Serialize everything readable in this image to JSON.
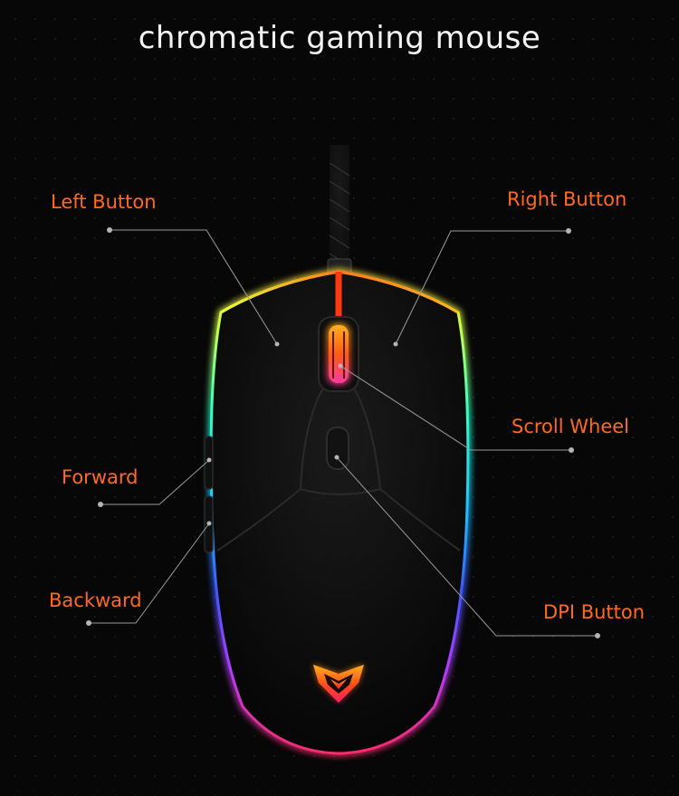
{
  "title": "chromatic gaming mouse",
  "callouts": {
    "left_button": "Left Button",
    "right_button": "Right Button",
    "scroll_wheel": "Scroll Wheel",
    "forward": "Forward",
    "backward": "Backward",
    "dpi_button": "DPI Button"
  },
  "colors": {
    "background": "#070707",
    "label": "#ff6a1f",
    "title": "#f2f2f2",
    "leader_line": "#9a9a9a"
  },
  "logo": "meetion-shield-logo"
}
